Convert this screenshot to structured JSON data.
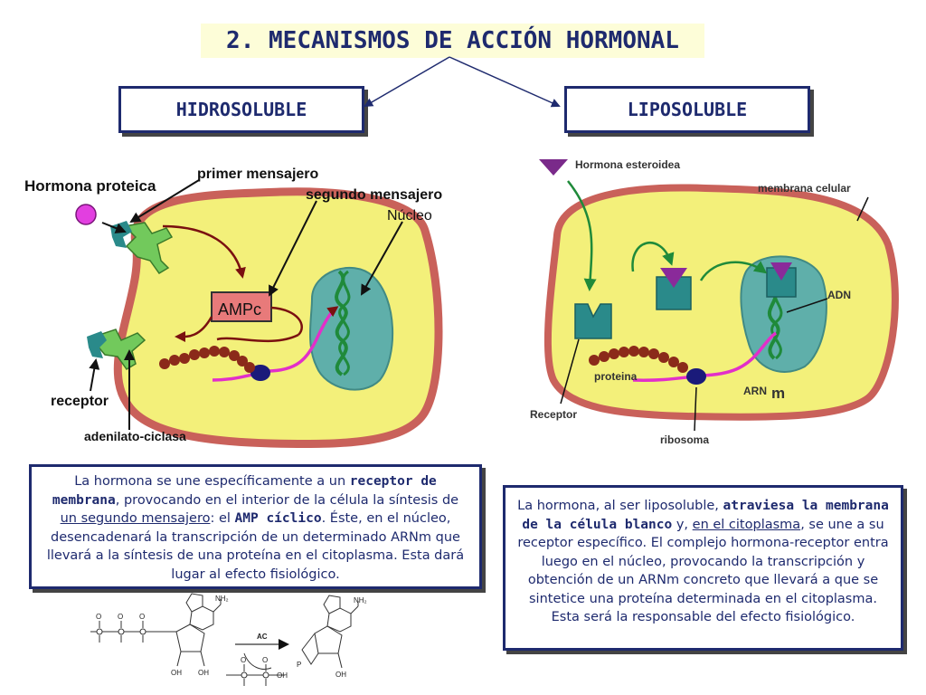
{
  "title": "2. MECANISMOS DE ACCIÓN HORMONAL",
  "branches": {
    "left": "HIDROSOLUBLE",
    "right": "LIPOSOLUBLE"
  },
  "left_diagram": {
    "labels": {
      "hormone": "Hormona proteica",
      "first_messenger": "primer mensajero",
      "second_messenger": "segundo mensajero",
      "nucleus": "Núcleo",
      "camp": "AMPc",
      "receptor": "receptor",
      "adenylate": "adenilato-ciclasa"
    }
  },
  "right_diagram": {
    "labels": {
      "hormone": "Hormona esteroidea",
      "membrane": "membrana celular",
      "dna": "ADN",
      "protein": "proteina",
      "mrna": "ARN",
      "mrna_sub": "m",
      "receptor": "Receptor",
      "ribosome": "ribosoma"
    }
  },
  "left_text": [
    {
      "t": "La hormona se une específicamente a un "
    },
    {
      "t": "receptor de membrana",
      "b": true
    },
    {
      "t": ", provocando en el interior de la célula la síntesis de "
    },
    {
      "t": "un segundo mensajero",
      "u": true
    },
    {
      "t": ": el "
    },
    {
      "t": "AMP cíclico",
      "b": true
    },
    {
      "t": ". Éste, en el núcleo, desencadenará la transcripción de un determinado ARNm que llevará a la síntesis de una proteína en el citoplasma. Esta dará lugar al efecto fisiológico."
    }
  ],
  "right_text": [
    {
      "t": "La hormona, al ser liposoluble, "
    },
    {
      "t": "atraviesa la membrana de la célula blanco",
      "b": true
    },
    {
      "t": " y, "
    },
    {
      "t": "en el citoplasma",
      "u": true
    },
    {
      "t": ", se une a su receptor específico. El complejo hormona-receptor entra luego en el núcleo, provocando la transcripción y obtención de un ARNm concreto que llevará a que se sintetice una proteína determinada en el citoplasma. Esta será la responsable del efecto fisiológico."
    }
  ],
  "chem": {
    "nh2": "NH₂",
    "oh": "OH",
    "enzyme": "AC",
    "o": "O",
    "p": "P"
  }
}
